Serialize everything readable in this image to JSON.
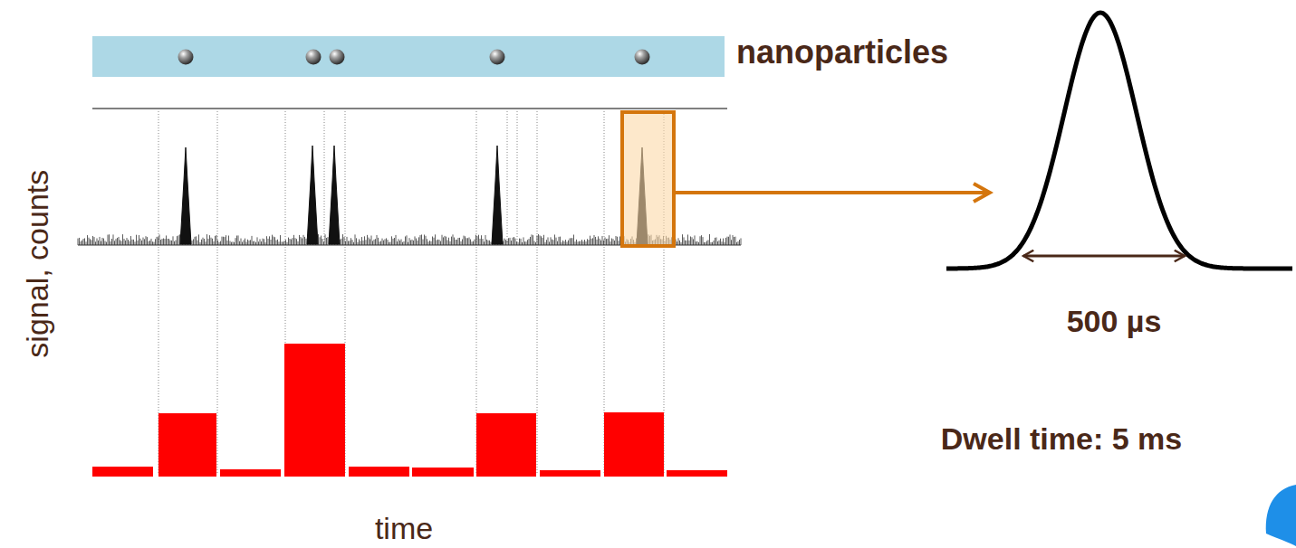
{
  "diagram": {
    "labels": [
      "nanoparticles",
      "signal, counts",
      "time",
      "500 µs",
      "Dwell time: 5 ms"
    ]
  }
}
